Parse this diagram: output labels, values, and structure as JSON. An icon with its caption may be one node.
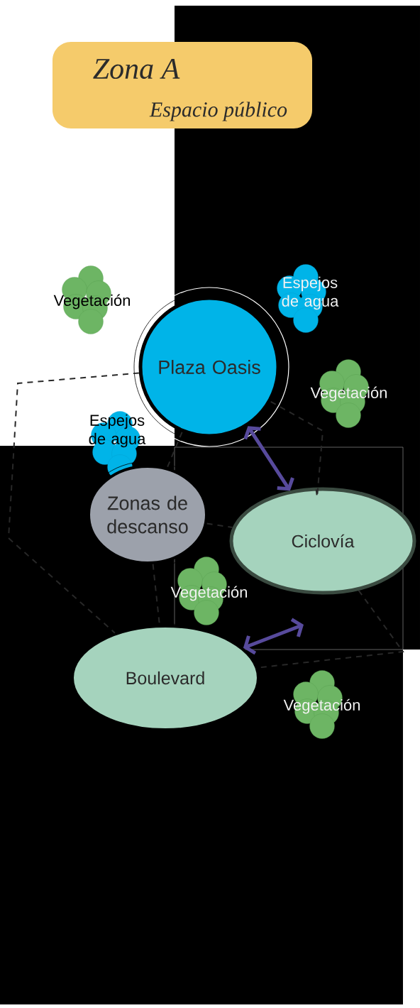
{
  "diagram": {
    "nodes": [
      {
        "text": [
          "Zona A",
          "Espacio público"
        ]
      },
      {
        "text": [
          "Plaza Oasis"
        ]
      },
      {
        "text": [
          "Zonas de descanso"
        ]
      },
      {
        "text": [
          "Ciclovía"
        ]
      },
      {
        "text": [
          "Boulevard"
        ]
      }
    ],
    "edges": [
      {
        "from": 1,
        "to": 3,
        "arrow": "both",
        "style": "thick",
        "color": "#574a9c"
      },
      {
        "from": 4,
        "to": null,
        "arrow": "both",
        "style": "thick",
        "color": "#574a9c"
      },
      {
        "from": 1,
        "to": 4,
        "arrow": "none",
        "style": "dashed"
      },
      {
        "from": 1,
        "to": 3,
        "arrow": "none",
        "style": "dashed"
      },
      {
        "from": 1,
        "to": 2,
        "arrow": "none",
        "style": "dashed"
      },
      {
        "from": 2,
        "to": 3,
        "arrow": "none",
        "style": "dashed"
      },
      {
        "from": 2,
        "to": 4,
        "arrow": "none",
        "style": "dashed"
      },
      {
        "from": 3,
        "to": 4,
        "arrow": "none",
        "style": "dashed"
      }
    ],
    "labels": [
      "Espejos de agua",
      "Vegetación",
      "Vegetación",
      "Espejos de agua",
      "Vegetación",
      "Vegetación"
    ]
  }
}
